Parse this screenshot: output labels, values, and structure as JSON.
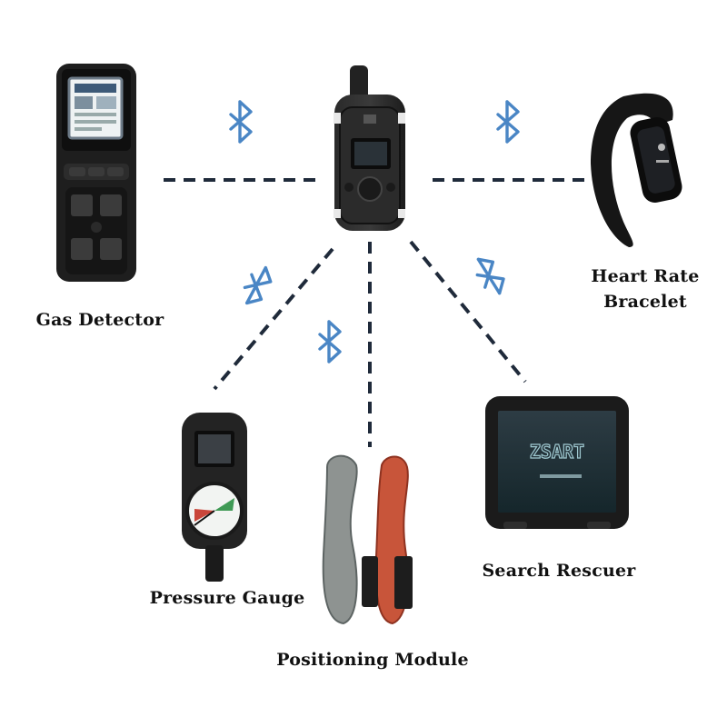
{
  "labels": {
    "gas_detector": "Gas Detector",
    "heart_rate_line1": "Heart Rate",
    "heart_rate_line2": "Bracelet",
    "pressure_gauge": "Pressure Gauge",
    "positioning_module": "Positioning Module",
    "search_rescuer": "Search Rescuer"
  },
  "screen": {
    "brand": "ZSART"
  },
  "colors": {
    "link_line": "#1f2a3a",
    "bluetooth": "#4a86c5",
    "device_body": "#202020",
    "insole_red": "#c8553a",
    "insole_gray": "#8e9391"
  },
  "icons": [
    "bluetooth-icon"
  ]
}
